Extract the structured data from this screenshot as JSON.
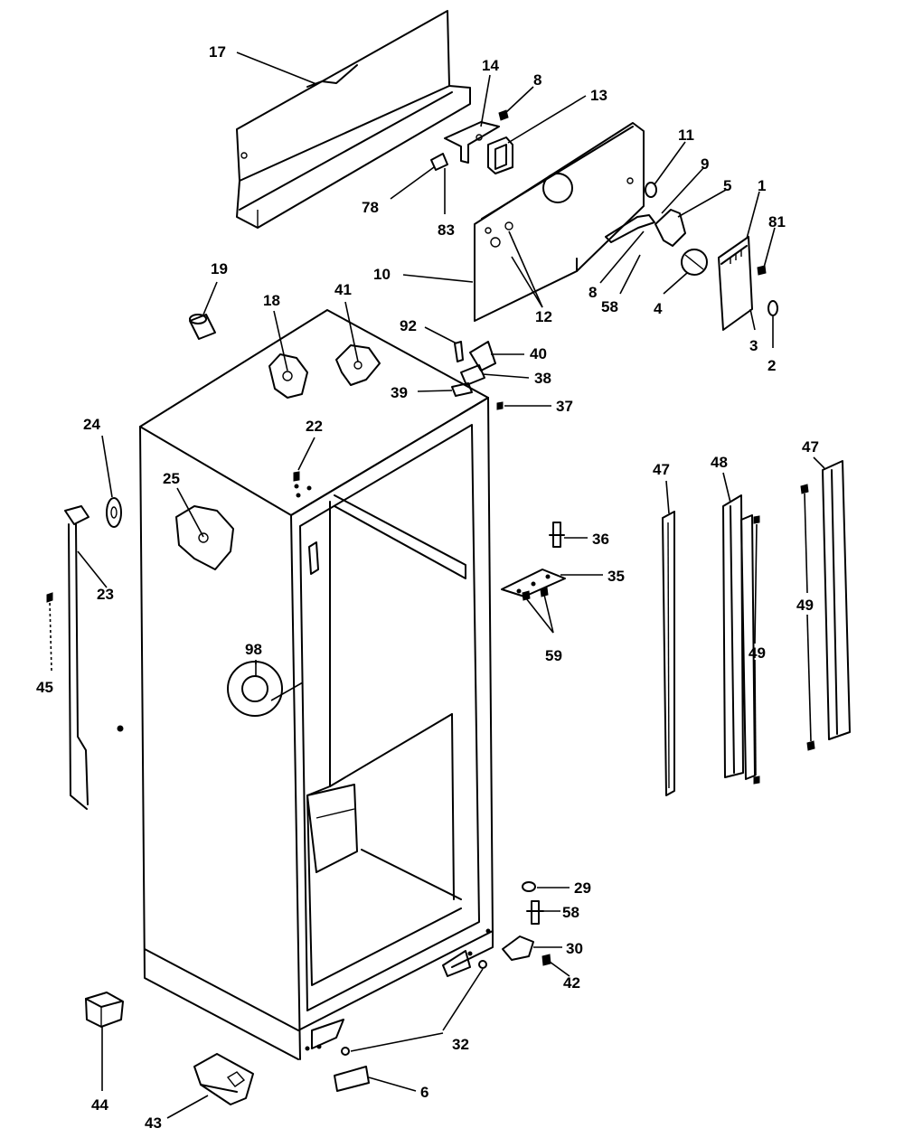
{
  "diagram": {
    "labels": {
      "l17": "17",
      "l14": "14",
      "l8a": "8",
      "l13": "13",
      "l78": "78",
      "l83": "83",
      "l11": "11",
      "l9": "9",
      "l5": "5",
      "l1": "1",
      "l81": "81",
      "l10": "10",
      "l12": "12",
      "l8b": "8",
      "l58a": "58",
      "l4": "4",
      "l3": "3",
      "l2": "2",
      "l19": "19",
      "l18": "18",
      "l41": "41",
      "l92": "92",
      "l40": "40",
      "l38": "38",
      "l39": "39",
      "l37": "37",
      "l24": "24",
      "l22": "22",
      "l25": "25",
      "l23": "23",
      "l45": "45",
      "l98": "98",
      "l36": "36",
      "l35": "35",
      "l59": "59",
      "l47a": "47",
      "l48": "48",
      "l47b": "47",
      "l49a": "49",
      "l49b": "49",
      "l29": "29",
      "l58b": "58",
      "l30": "30",
      "l42": "42",
      "l32": "32",
      "l44": "44",
      "l43": "43",
      "l6": "6"
    }
  }
}
